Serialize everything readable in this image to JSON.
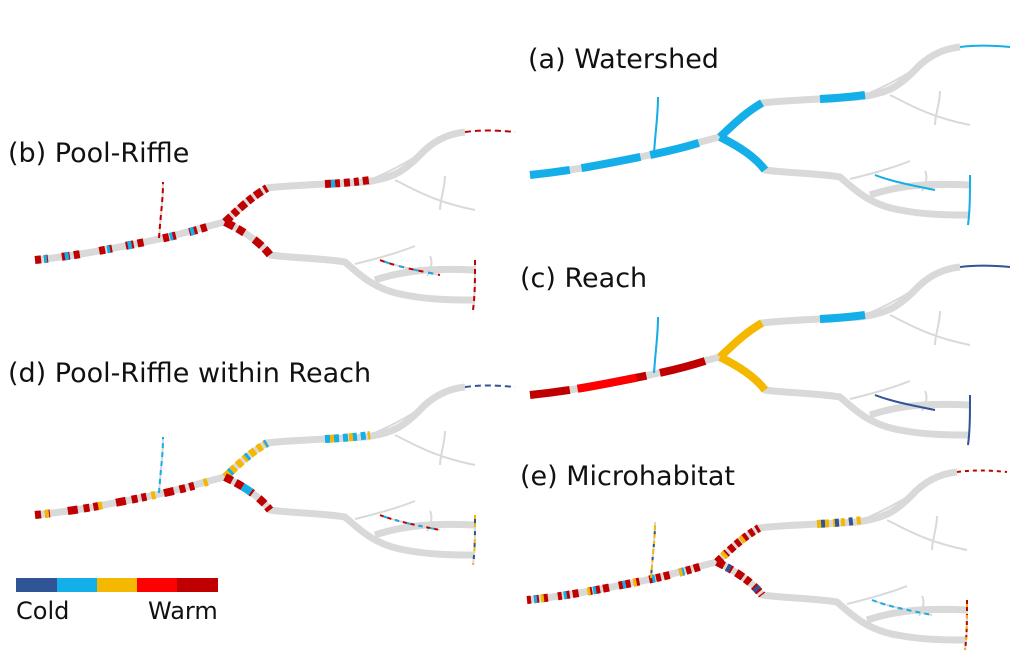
{
  "panels": {
    "a": {
      "label": "(a) Watershed"
    },
    "b": {
      "label": "(b) Pool-Riffle"
    },
    "c": {
      "label": "(c) Reach"
    },
    "d": {
      "label": "(d) Pool-Riffle within Reach"
    },
    "e": {
      "label": "(e) Microhabitat"
    }
  },
  "legend": {
    "cold_label": "Cold",
    "warm_label": "Warm",
    "colors": [
      "#2f5597",
      "#14aee8",
      "#f5b800",
      "#ff0000",
      "#c00000"
    ]
  },
  "channel_color": "#d9d9d9"
}
